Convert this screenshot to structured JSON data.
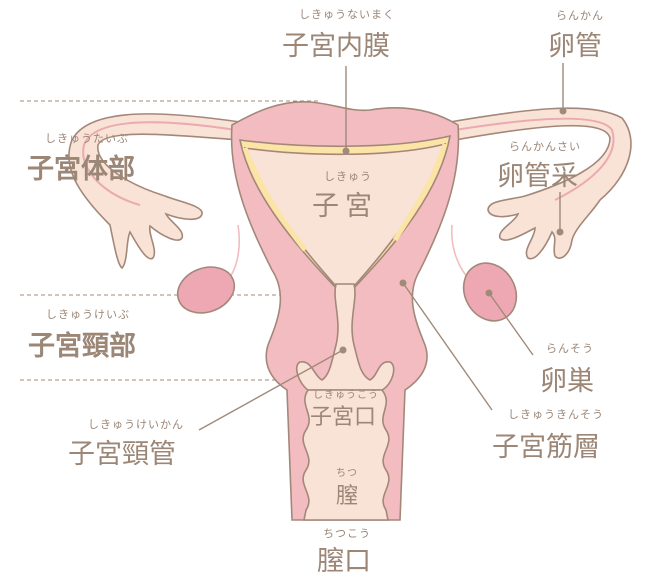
{
  "colors": {
    "outline": "#a3887a",
    "muscle_pink": "#f3bcc0",
    "inner_light": "#f9e2d6",
    "endometrium_yellow": "#fbe4a6",
    "ovary_pink": "#eea8b3",
    "text": "#9c8676"
  },
  "labels": {
    "uterine_body": {
      "ruby": "しきゅうたいぶ",
      "text": "子宮体部"
    },
    "cervix_region": {
      "ruby": "しきゅうけいぶ",
      "text": "子宮頸部"
    },
    "cervical_canal": {
      "ruby": "しきゅうけいかん",
      "text": "子宮頸管"
    },
    "endometrium": {
      "ruby": "しきゅうないまく",
      "text": "子宮内膜"
    },
    "fallopian_tube": {
      "ruby": "らんかん",
      "text": "卵管"
    },
    "fimbriae": {
      "ruby": "らんかんさい",
      "text": "卵管采"
    },
    "uterus": {
      "ruby": "しきゅう",
      "text": "子宮"
    },
    "ovary": {
      "ruby": "らんそう",
      "text": "卵巣"
    },
    "myometrium": {
      "ruby": "しきゅうきんそう",
      "text": "子宮筋層"
    },
    "uterine_os": {
      "ruby": "しきゅうこう",
      "text": "子宮口"
    },
    "vagina": {
      "ruby": "ちつ",
      "text": "膣"
    },
    "vaginal_opening": {
      "ruby": "ちつこう",
      "text": "膣口"
    }
  }
}
